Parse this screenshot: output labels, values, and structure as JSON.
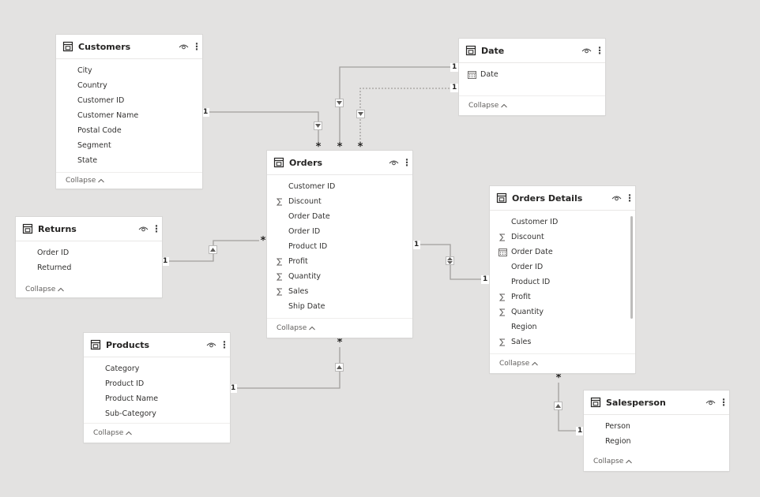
{
  "tables": {
    "customers": {
      "title": "Customers",
      "fields": [
        {
          "label": "City",
          "type": "text"
        },
        {
          "label": "Country",
          "type": "text"
        },
        {
          "label": "Customer ID",
          "type": "text"
        },
        {
          "label": "Customer Name",
          "type": "text"
        },
        {
          "label": "Postal Code",
          "type": "text"
        },
        {
          "label": "Segment",
          "type": "text"
        },
        {
          "label": "State",
          "type": "text"
        }
      ],
      "collapse": "Collapse"
    },
    "date": {
      "title": "Date",
      "fields": [
        {
          "label": "Date",
          "type": "calendar"
        }
      ],
      "collapse": "Collapse"
    },
    "orders": {
      "title": "Orders",
      "fields": [
        {
          "label": "Customer ID",
          "type": "text"
        },
        {
          "label": "Discount",
          "type": "sum"
        },
        {
          "label": "Order Date",
          "type": "text"
        },
        {
          "label": "Order ID",
          "type": "text"
        },
        {
          "label": "Product ID",
          "type": "text"
        },
        {
          "label": "Profit",
          "type": "sum"
        },
        {
          "label": "Quantity",
          "type": "sum"
        },
        {
          "label": "Sales",
          "type": "sum"
        },
        {
          "label": "Ship Date",
          "type": "text"
        }
      ],
      "collapse": "Collapse"
    },
    "returns": {
      "title": "Returns",
      "fields": [
        {
          "label": "Order ID",
          "type": "text"
        },
        {
          "label": "Returned",
          "type": "text"
        }
      ],
      "collapse": "Collapse"
    },
    "orders_details": {
      "title": "Orders Details",
      "fields": [
        {
          "label": "Customer ID",
          "type": "text"
        },
        {
          "label": "Discount",
          "type": "sum"
        },
        {
          "label": "Order Date",
          "type": "calendar"
        },
        {
          "label": "Order ID",
          "type": "text"
        },
        {
          "label": "Product ID",
          "type": "text"
        },
        {
          "label": "Profit",
          "type": "sum"
        },
        {
          "label": "Quantity",
          "type": "sum"
        },
        {
          "label": "Region",
          "type": "text"
        },
        {
          "label": "Sales",
          "type": "sum"
        }
      ],
      "collapse": "Collapse"
    },
    "products": {
      "title": "Products",
      "fields": [
        {
          "label": "Category",
          "type": "text"
        },
        {
          "label": "Product ID",
          "type": "text"
        },
        {
          "label": "Product Name",
          "type": "text"
        },
        {
          "label": "Sub-Category",
          "type": "text"
        }
      ],
      "collapse": "Collapse"
    },
    "salesperson": {
      "title": "Salesperson",
      "fields": [
        {
          "label": "Person",
          "type": "text"
        },
        {
          "label": "Region",
          "type": "text"
        }
      ],
      "collapse": "Collapse"
    }
  },
  "relationships": {
    "customers_orders": {
      "one": "1",
      "many": "*"
    },
    "date_orders_active": {
      "one": "1",
      "many": "*"
    },
    "date_orders_inactive": {
      "one": "1",
      "many": "*"
    },
    "returns_orders": {
      "one": "1",
      "many": "*"
    },
    "orders_orders_details": {
      "one_left": "1",
      "one_right": "1"
    },
    "products_orders": {
      "one": "1",
      "many": "*"
    },
    "orders_details_salesperson": {
      "one": "1",
      "many": "*"
    }
  },
  "colors": {
    "canvas": "#e3e2e1",
    "line": "#a19f9d",
    "card": "#ffffff"
  }
}
